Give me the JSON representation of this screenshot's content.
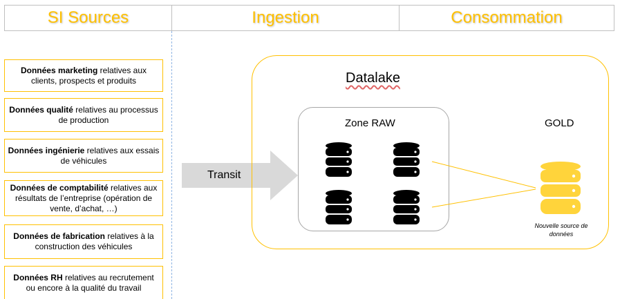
{
  "header": {
    "col1": "SI Sources",
    "col2": "Ingestion",
    "col3": "Consommation"
  },
  "sources": [
    {
      "bold": "Données marketing",
      "rest": " relatives aux clients, prospects et produits"
    },
    {
      "bold": "Données qualité",
      "rest": " relatives au processus de production"
    },
    {
      "bold": "Données ingénierie",
      "rest": " relatives aux essais de véhicules"
    },
    {
      "bold": "Données de comptabilité",
      "rest": " relatives aux résultats de l’entreprise (opération de vente, d’achat, …)"
    },
    {
      "bold": "Données de fabrication",
      "rest": " relatives à la construction des véhicules"
    },
    {
      "bold": "Données RH",
      "rest": " relatives au recrutement ou encore à la qualité du travail"
    }
  ],
  "arrow_label": "Transit",
  "datalake": {
    "title": "Datalake",
    "raw_zone": "Zone RAW",
    "gold_zone": "GOLD",
    "gold_caption": "Nouvelle source de données"
  },
  "colors": {
    "accent": "#ffc000",
    "db_raw": "#000000",
    "db_gold": "#ffd43b",
    "separator": "#8eb4e3",
    "arrow": "#d9d9d9"
  },
  "icons": {
    "raw_db": "database-icon",
    "gold_db": "database-icon"
  }
}
